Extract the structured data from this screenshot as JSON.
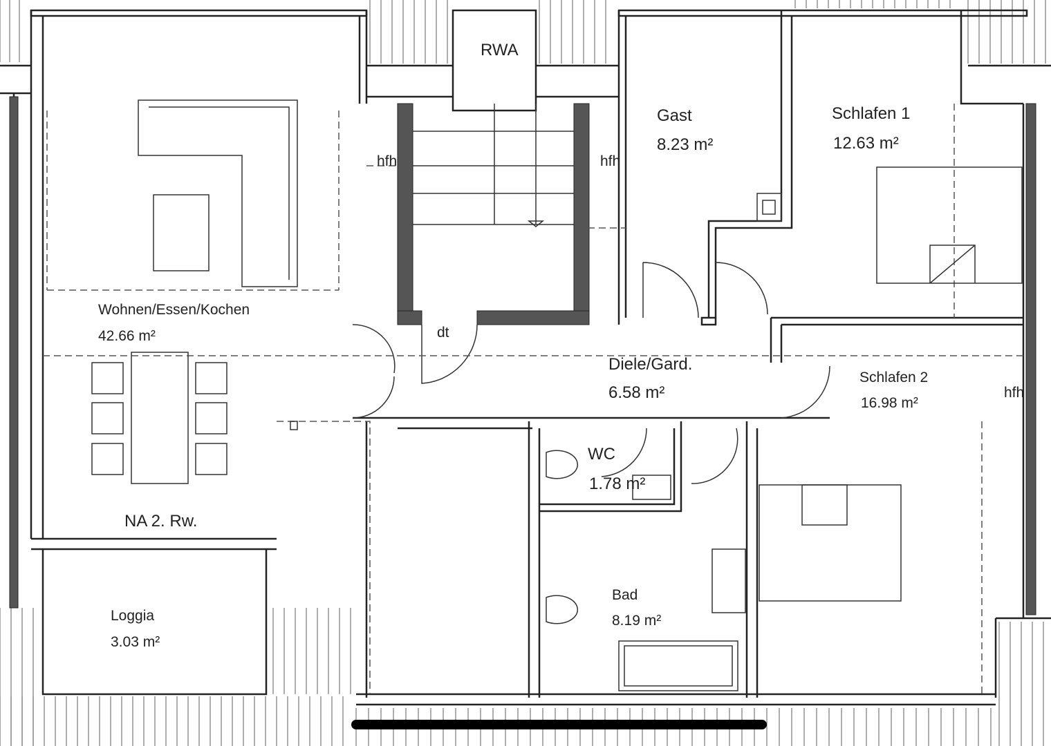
{
  "plan": {
    "rooms": [
      {
        "name": "Wohnen/Essen/Kochen",
        "area": "42.66 m²"
      },
      {
        "name": "Gast",
        "area": "8.23 m²"
      },
      {
        "name": "Schlafen 1",
        "area": "12.63 m²"
      },
      {
        "name": "Diele/Gard.",
        "area": "6.58 m²"
      },
      {
        "name": "Schlafen 2",
        "area": "16.98 m²"
      },
      {
        "name": "WC",
        "area": "1.78 m²"
      },
      {
        "name": "Bad",
        "area": "8.19 m²"
      },
      {
        "name": "Loggia",
        "area": "3.03 m²"
      }
    ],
    "annotations": {
      "rwa": "RWA",
      "hfh": "hfh",
      "dt": "dt",
      "na": "NA 2. Rw."
    }
  }
}
